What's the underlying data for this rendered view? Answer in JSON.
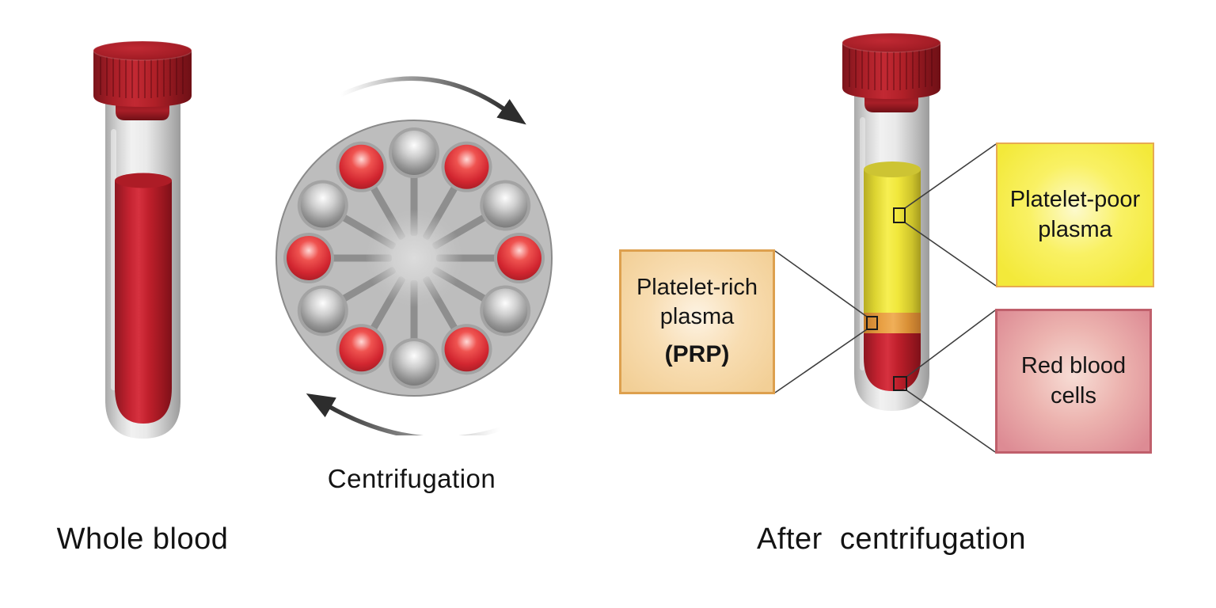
{
  "figure": {
    "background": "#ffffff",
    "stage_labels": {
      "whole_blood": "Whole blood",
      "centrifugation": "Centrifugation",
      "after_centrifugation": "After  centrifugation"
    },
    "callouts": {
      "platelet_poor": {
        "label": "Platelet-poor\nplasma",
        "fill": "#f3e93a",
        "border": "#e7aa52",
        "text_color": "#151515"
      },
      "platelet_rich": {
        "label": "Platelet-rich\nplasma",
        "abbr": "(PRP)",
        "fill": "#f2cf96",
        "border": "#dda04e",
        "text_color": "#151515"
      },
      "red_blood_cells": {
        "label": "Red blood\ncells",
        "fill": "#dd8b94",
        "border": "#c05f6b",
        "text_color": "#151515"
      }
    },
    "tubes": {
      "cap_color": "#b5212c",
      "glass_color": "#d9d9d9",
      "whole_blood_color": "#c32230",
      "after_layers": {
        "platelet_poor_plasma": "#f2ea3d",
        "platelet_rich_plasma": "#eda84a",
        "red_blood_cells": "#c5212b"
      }
    },
    "rotor": {
      "disc_color": "#bdbdbd",
      "tube_slots": 12,
      "slot_pattern": "alternating gray / red, gray at top",
      "gray_ball_color": "#9e9e9e",
      "red_ball_color": "#d32630",
      "spoke_color": "#8e8e8e",
      "rotation": "clockwise"
    }
  }
}
